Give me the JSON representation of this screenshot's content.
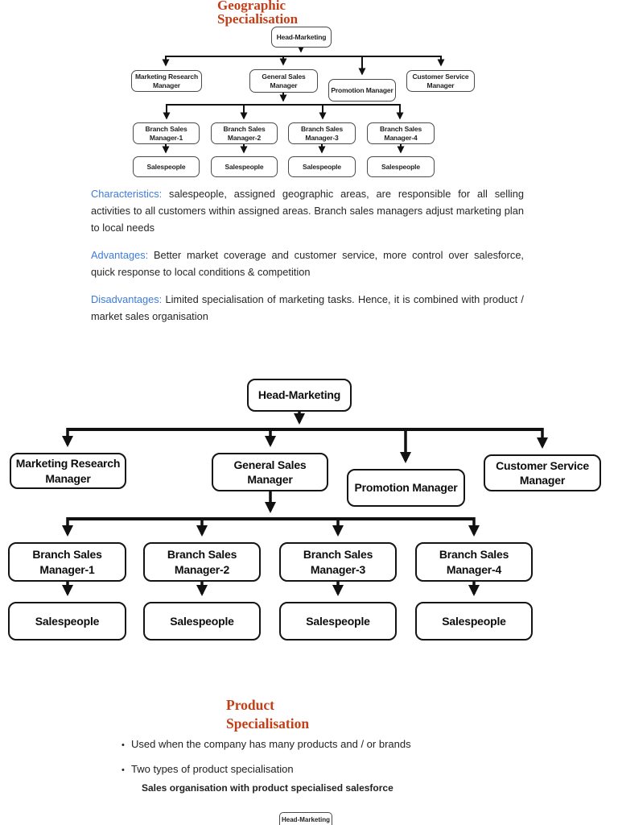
{
  "geo_section": {
    "title_line1": "Geographic",
    "title_line2": "Specialisation",
    "paragraphs": [
      {
        "label": "Characteristics:",
        "text": " salespeople, assigned geographic areas, are responsible for all selling activities to all customers within assigned areas. Branch sales managers adjust marketing plan to local needs"
      },
      {
        "label": "Advantages:",
        "text": " Better market coverage and customer service, more control over salesforce, quick response to local conditions & competition"
      },
      {
        "label": "Disadvantages:",
        "text": " Limited specialisation of marketing tasks. Hence, it is combined with product / market sales organisation"
      }
    ]
  },
  "org_chart": {
    "root": "Head-Marketing",
    "level2": [
      {
        "label": "Marketing Research Manager"
      },
      {
        "label": "General Sales Manager"
      },
      {
        "label": "Promotion Manager"
      },
      {
        "label": "Customer Service Manager"
      }
    ],
    "level3": [
      {
        "label": "Branch Sales Manager-1"
      },
      {
        "label": "Branch Sales Manager-2"
      },
      {
        "label": "Branch Sales Manager-3"
      },
      {
        "label": "Branch Sales Manager-4"
      }
    ],
    "level4_label": "Salespeople"
  },
  "product_section": {
    "title_line1": "Product",
    "title_line2": "Specialisation",
    "bullet_char": "•",
    "bullets": [
      {
        "text": "Used when the company has many products and / or brands"
      },
      {
        "text": "Two types of product specialisation"
      }
    ],
    "sub_bullet": "Sales organisation with product specialised salesforce",
    "partial_chart_root": "Head-Marketing"
  },
  "colors": {
    "title_orange": "#c23e17",
    "label_blue": "#3d7bd9",
    "connector_black": "#111111"
  }
}
